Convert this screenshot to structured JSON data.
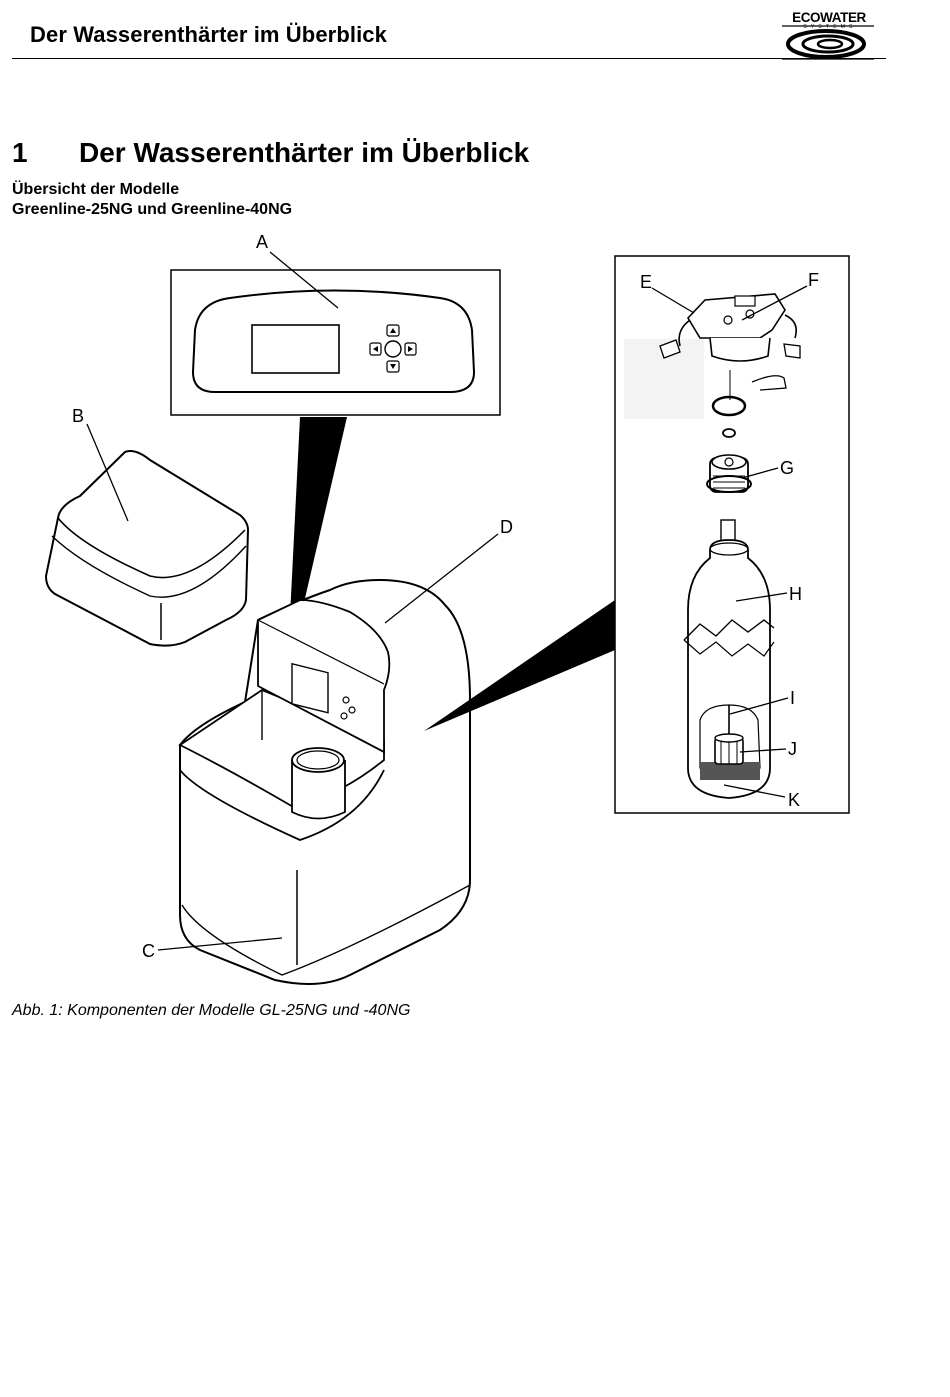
{
  "header": {
    "running_title": "Der Wasserenthärter im Überblick",
    "logo_text": "ECOWATER",
    "logo_subtext": "SYSTEMS"
  },
  "section": {
    "number": "1",
    "title": "Der Wasserenthärter im Überblick"
  },
  "subheading": {
    "line1": "Übersicht der Modelle",
    "line2": "Greenline-25NG und Greenline-40NG"
  },
  "figure": {
    "labels": {
      "A": "A",
      "B": "B",
      "C": "C",
      "D": "D",
      "E": "E",
      "F": "F",
      "G": "G",
      "H": "H",
      "I": "I",
      "J": "J",
      "K": "K"
    },
    "caption": "Abb. 1: Komponenten der Modelle GL-25NG und -40NG"
  }
}
